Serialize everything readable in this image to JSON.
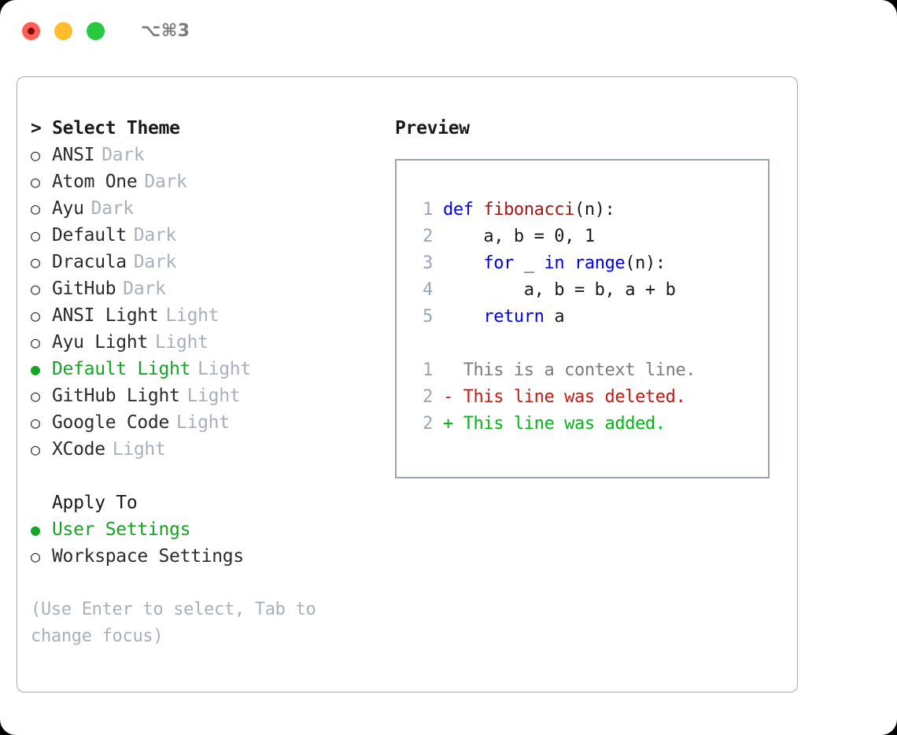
{
  "titlebar": {
    "shortcut": "⌥⌘3",
    "buttons": [
      {
        "name": "close",
        "color": "#ff5f57"
      },
      {
        "name": "minimize",
        "color": "#ffbd2e"
      },
      {
        "name": "maximize",
        "color": "#28c840"
      }
    ]
  },
  "theme_section": {
    "header": "> Select Theme",
    "items": [
      {
        "marker": "○",
        "label": "ANSI",
        "tag": "Dark",
        "selected": false
      },
      {
        "marker": "○",
        "label": "Atom One",
        "tag": "Dark",
        "selected": false
      },
      {
        "marker": "○",
        "label": "Ayu",
        "tag": "Dark",
        "selected": false
      },
      {
        "marker": "○",
        "label": "Default",
        "tag": "Dark",
        "selected": false
      },
      {
        "marker": "○",
        "label": "Dracula",
        "tag": "Dark",
        "selected": false
      },
      {
        "marker": "○",
        "label": "GitHub",
        "tag": "Dark",
        "selected": false
      },
      {
        "marker": "○",
        "label": "ANSI Light",
        "tag": "Light",
        "selected": false
      },
      {
        "marker": "○",
        "label": "Ayu Light",
        "tag": "Light",
        "selected": false
      },
      {
        "marker": "●",
        "label": "Default Light",
        "tag": "Light",
        "selected": true
      },
      {
        "marker": "○",
        "label": "GitHub Light",
        "tag": "Light",
        "selected": false
      },
      {
        "marker": "○",
        "label": "Google Code",
        "tag": "Light",
        "selected": false
      },
      {
        "marker": "○",
        "label": "XCode",
        "tag": "Light",
        "selected": false
      }
    ]
  },
  "apply_section": {
    "header": "Apply To",
    "items": [
      {
        "marker": "●",
        "label": "User Settings",
        "selected": true
      },
      {
        "marker": "○",
        "label": "Workspace Settings",
        "selected": false
      }
    ]
  },
  "hint": "(Use Enter to select, Tab to change focus)",
  "preview": {
    "title": "Preview",
    "code_lines": [
      {
        "lineno": "1",
        "tokens": [
          {
            "text": "def ",
            "kind": "kw"
          },
          {
            "text": "fibonacci",
            "kind": "fn"
          },
          {
            "text": "(n):",
            "kind": "plain"
          }
        ]
      },
      {
        "lineno": "2",
        "tokens": [
          {
            "text": "    a, b = 0, 1",
            "kind": "plain"
          }
        ]
      },
      {
        "lineno": "3",
        "tokens": [
          {
            "text": "    ",
            "kind": "plain"
          },
          {
            "text": "for",
            "kind": "kw"
          },
          {
            "text": " _ ",
            "kind": "plain"
          },
          {
            "text": "in",
            "kind": "kw"
          },
          {
            "text": " ",
            "kind": "plain"
          },
          {
            "text": "range",
            "kind": "kw"
          },
          {
            "text": "(n):",
            "kind": "plain"
          }
        ]
      },
      {
        "lineno": "4",
        "tokens": [
          {
            "text": "        a, b = b, a + b",
            "kind": "plain"
          }
        ]
      },
      {
        "lineno": "5",
        "tokens": [
          {
            "text": "    ",
            "kind": "plain"
          },
          {
            "text": "return",
            "kind": "kw"
          },
          {
            "text": " a",
            "kind": "plain"
          }
        ]
      }
    ],
    "diff_lines": [
      {
        "lineno": "1",
        "sign": "  ",
        "text": "This is a context line.",
        "kind": "context"
      },
      {
        "lineno": "2",
        "sign": "- ",
        "text": "This line was deleted.",
        "kind": "del"
      },
      {
        "lineno": "2",
        "sign": "+ ",
        "text": "This line was added.",
        "kind": "add"
      }
    ]
  },
  "colors": {
    "accent_green": "#16a326",
    "keyword_blue": "#0000ee",
    "function_red": "#a41515",
    "diff_delete": "#c41a16",
    "diff_add": "#00b515",
    "muted": "#a8b0bd",
    "border": "#9aa5b4"
  }
}
